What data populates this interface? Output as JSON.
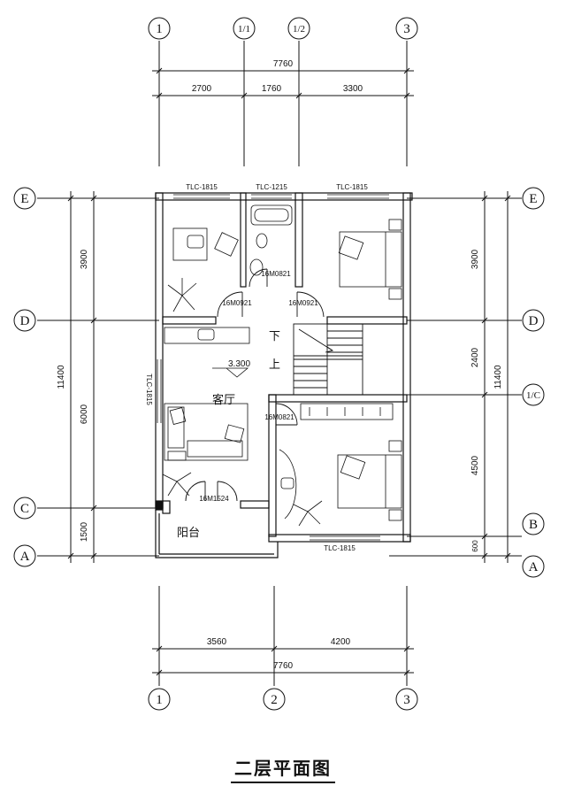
{
  "axes": {
    "top": [
      "1",
      "1/1",
      "1/2",
      "3"
    ],
    "bottom": [
      "1",
      "2",
      "3"
    ],
    "left": [
      "E",
      "D",
      "C",
      "A"
    ],
    "right": [
      "E",
      "D",
      "1/C",
      "B",
      "A"
    ]
  },
  "dimensions": {
    "top_total": "7760",
    "top_parts": [
      "2700",
      "1760",
      "3300"
    ],
    "bottom_parts": [
      "3560",
      "4200"
    ],
    "bottom_total": "7760",
    "left_total": "11400",
    "left_parts": [
      "3900",
      "6000",
      "1500"
    ],
    "right_total": "11400",
    "right_parts": [
      "3900",
      "2400",
      "4500",
      "600"
    ]
  },
  "windows": {
    "top_left": "TLC-1815",
    "top_mid": "TLC-1215",
    "top_right": "TLC-1815",
    "side_left": "TLC-1815",
    "bottom_right": "TLC-1815"
  },
  "doors": {
    "bath": "16M0821",
    "study": "16M0921",
    "bed1": "16M0921",
    "bed2": "16M0821",
    "balcony": "16M1524"
  },
  "rooms": {
    "living": "客厅",
    "balcony": "阳台",
    "stair_down": "下",
    "stair_up": "上",
    "elevation": "3.300"
  },
  "title": "二层平面图"
}
